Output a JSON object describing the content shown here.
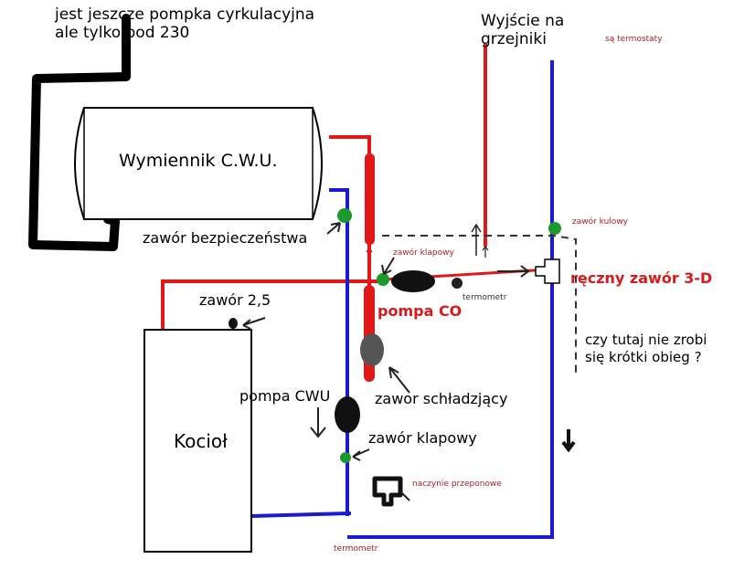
{
  "labels": {
    "top_note_line1": "jest jeszcze pompka cyrkulacyjna",
    "top_note_line2": "ale tylko pod 230",
    "heat_exchanger": "Wymiennik C.W.U.",
    "safety_valve": "zawór bezpieczeństwa",
    "valve_2_5": "zawór 2,5",
    "boiler": "Kocioł",
    "pump_cwu": "pompa CWU",
    "cooling_valve": "zawor schładzjący",
    "flap_valve_bottom": "zawór klapowy",
    "pump_co": "pompa CO",
    "manual_3d_valve": "ręczny zawór 3-D",
    "question_line1": "czy tutaj nie zrobi",
    "question_line2": "się krótki obieg ?",
    "outlet_line1": "Wyjście na",
    "outlet_line2": "grzejniki",
    "thermostats": "są termostaty",
    "ball_valve": "zawór kulowy",
    "flap_valve_small": "zawór klapowy",
    "thermometer_1": "termometr",
    "expansion_vessel": "naczynie przeponowe",
    "thermometer_2": "termometr"
  },
  "colors": {
    "supply_pipe": "#e01818",
    "return_pipe": "#1a1ad0",
    "valve": "#1a9a2a",
    "pump": "#111111",
    "outline": "#000000"
  }
}
